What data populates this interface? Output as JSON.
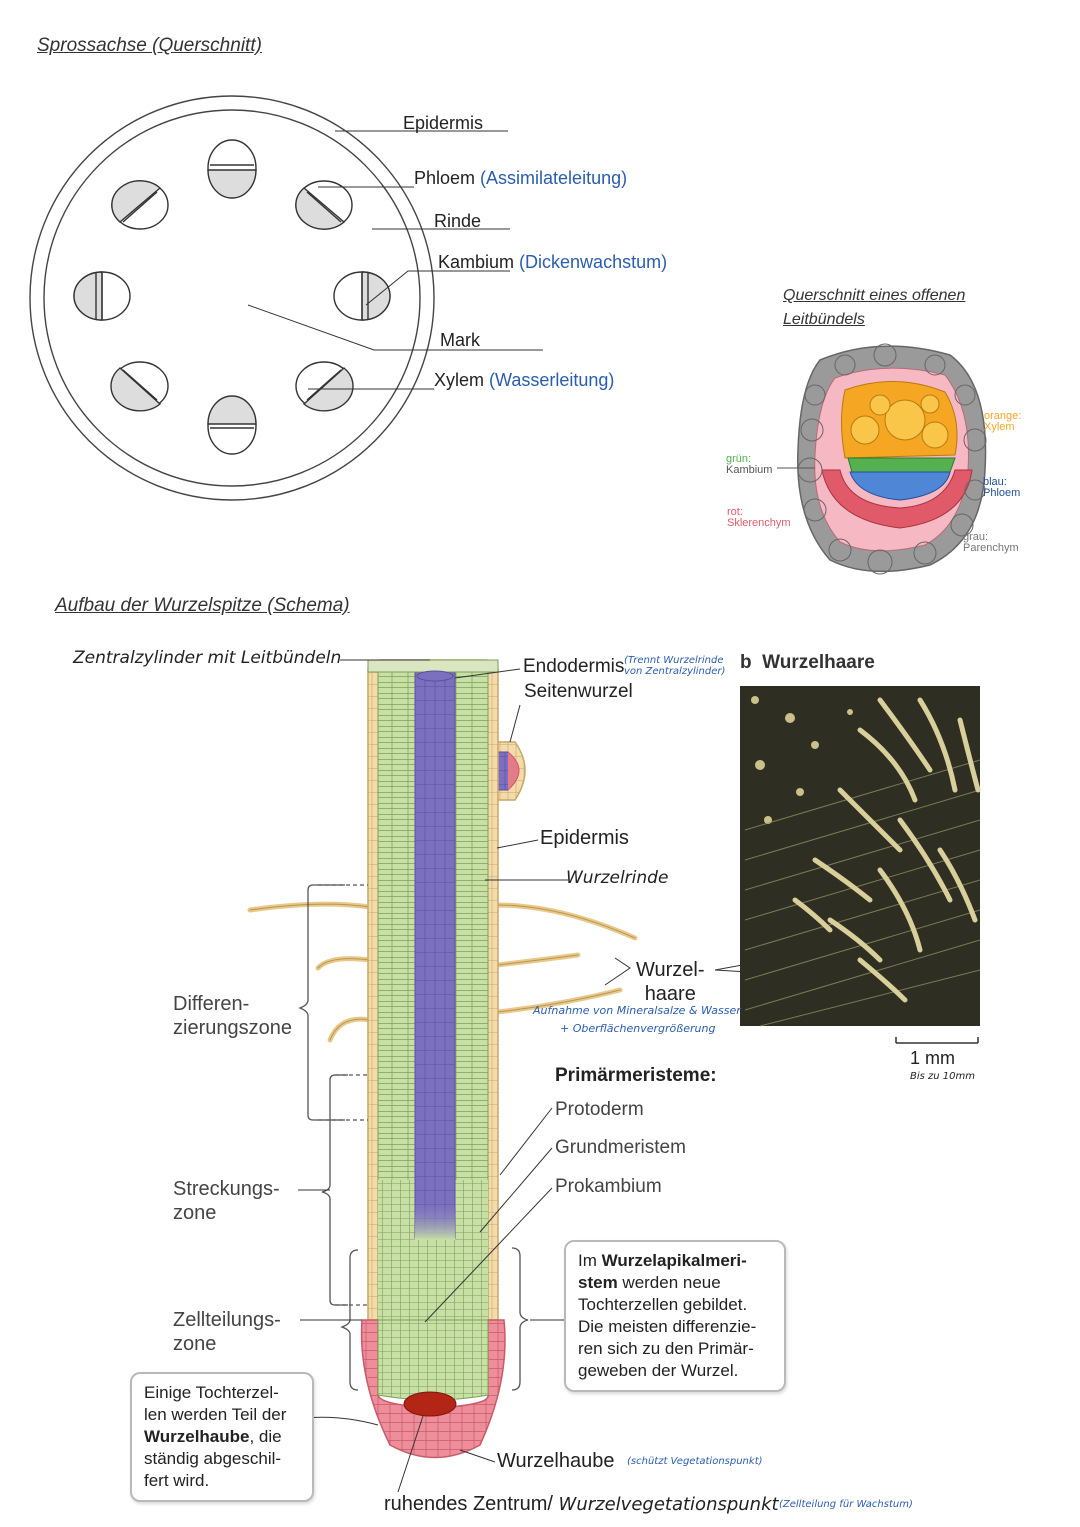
{
  "stem": {
    "title": "Sprossachse (Querschnitt)",
    "labels": {
      "epidermis": "Epidermis",
      "phloem": "Phloem",
      "phloem_note": "(Assimilateleitung)",
      "rinde": "Rinde",
      "kambium": "Kambium",
      "kambium_note": "(Dickenwachstum)",
      "mark": "Mark",
      "xylem": "Xylem",
      "xylem_note": "(Wasserleitung)"
    }
  },
  "bundle": {
    "title_line1": "Querschnitt eines offenen",
    "title_line2": "Leitbündels",
    "legend": {
      "orange_a": "orange:",
      "orange_b": "Xylem",
      "gruen_a": "grün:",
      "gruen_b": "Kambium",
      "blau_a": "blau:",
      "blau_b": "Phloem",
      "rot_a": "rot:",
      "rot_b": "Sklerenchym",
      "grau_a": "grau:",
      "grau_b": "Parenchym"
    },
    "colors": {
      "xylem": "#f5a623",
      "kambium": "#55b050",
      "phloem": "#4f86d6",
      "sklerenchym": "#e05a6a",
      "parenchym": "#9a9a9a",
      "rinde": "#f6b8c2"
    }
  },
  "root": {
    "title": "Aufbau der Wurzelspitze (Schema)",
    "zentralzylinder": "Zentralzylinder mit Leitbündeln",
    "endodermis": "Endodermis",
    "endodermis_note_1": "(Trennt Wurzelrinde",
    "endodermis_note_2": "von Zentralzylinder)",
    "seitenwurzel": "Seitenwurzel",
    "epidermis": "Epidermis",
    "wurzelrinde": "Wurzelrinde",
    "wurzelhaare_1": "Wurzel-",
    "wurzelhaare_2": "haare",
    "haare_note_1": "Aufnahme von Mineralsalze & Wasser",
    "haare_note_2": "+ Oberflächenvergrößerung",
    "differenzierung_1": "Differen-",
    "differenzierung_2": "zierungszone",
    "streckung_1": "Streckungs-",
    "streckung_2": "zone",
    "zellteilung_1": "Zellteilungs-",
    "zellteilung_2": "zone",
    "primaer_title": "Primärmeristeme:",
    "protoderm": "Protoderm",
    "grundmeristem": "Grundmeristem",
    "prokambium": "Prokambium",
    "apikal_box": [
      "Im ",
      "Wurzelapikalmeri-stem",
      " werden neue Tochterzellen gebildet. Die meisten differenzie-ren sich zu den Primär-geweben der Wurzel."
    ],
    "haube_box": [
      "Einige Tochterzel-len werden Teil der ",
      "Wurzelhaube",
      ", die ständig abgeschil-fert wird."
    ],
    "wurzelhaube": "Wurzelhaube",
    "wurzelhaube_note": "(schützt Vegetationspunkt)",
    "ruhendes": "ruhendes Zentrum/",
    "vegetationspunkt": "Wurzelvegetationspunkt",
    "vegetationspunkt_note": "(Zellteilung für Wachstum)",
    "photo_title_prefix": "b",
    "photo_title": "Wurzelhaare",
    "scale": "1 mm",
    "scale_note": "Bis zu 10mm"
  }
}
